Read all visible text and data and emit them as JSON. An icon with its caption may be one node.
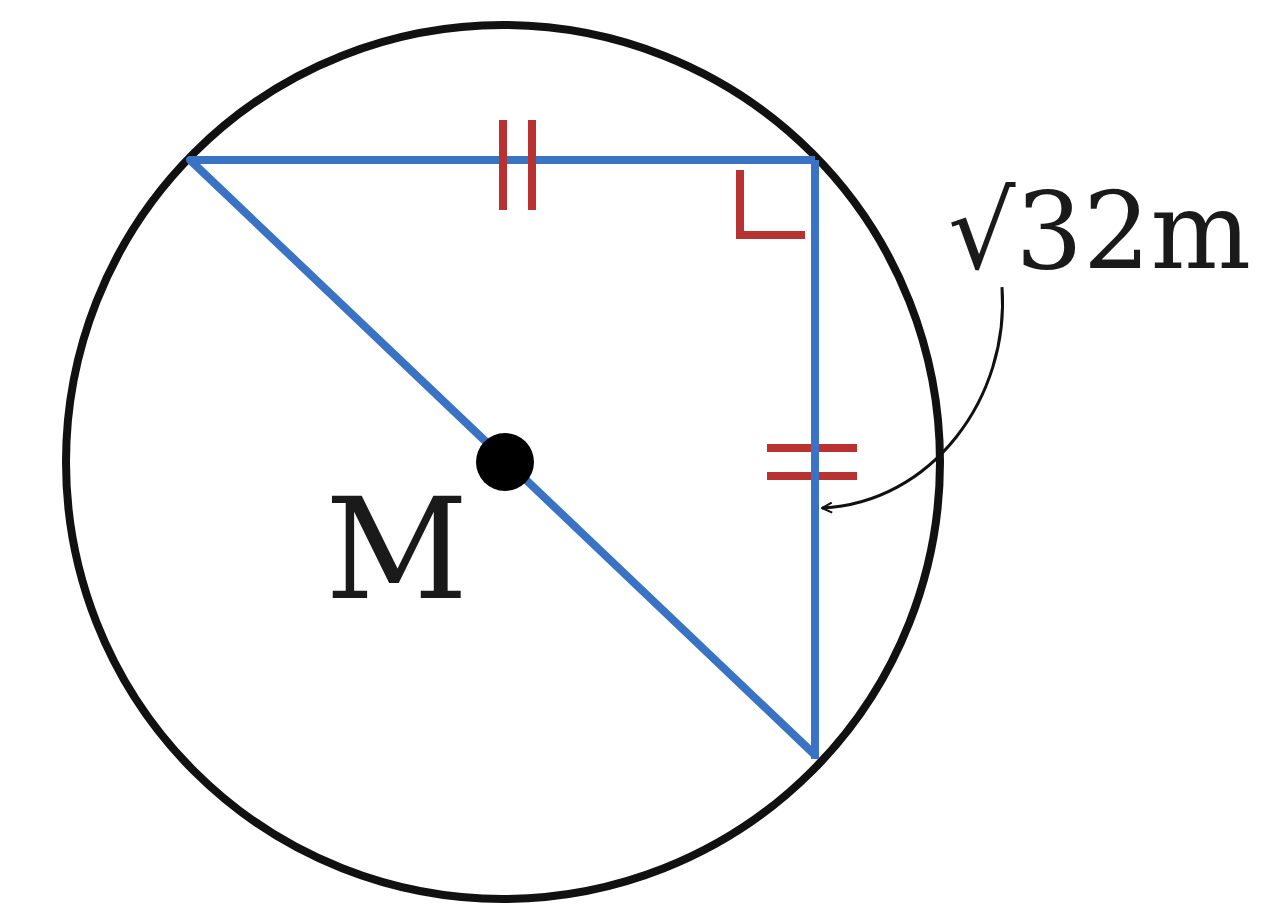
{
  "diagram": {
    "nodes": [
      {
        "text": [
          "√32m"
        ]
      },
      {
        "text": [],
        "shape": "line"
      }
    ],
    "edges": [
      {
        "from": 0,
        "to": 1,
        "arrow": "to"
      }
    ],
    "labels": [
      "M"
    ]
  }
}
